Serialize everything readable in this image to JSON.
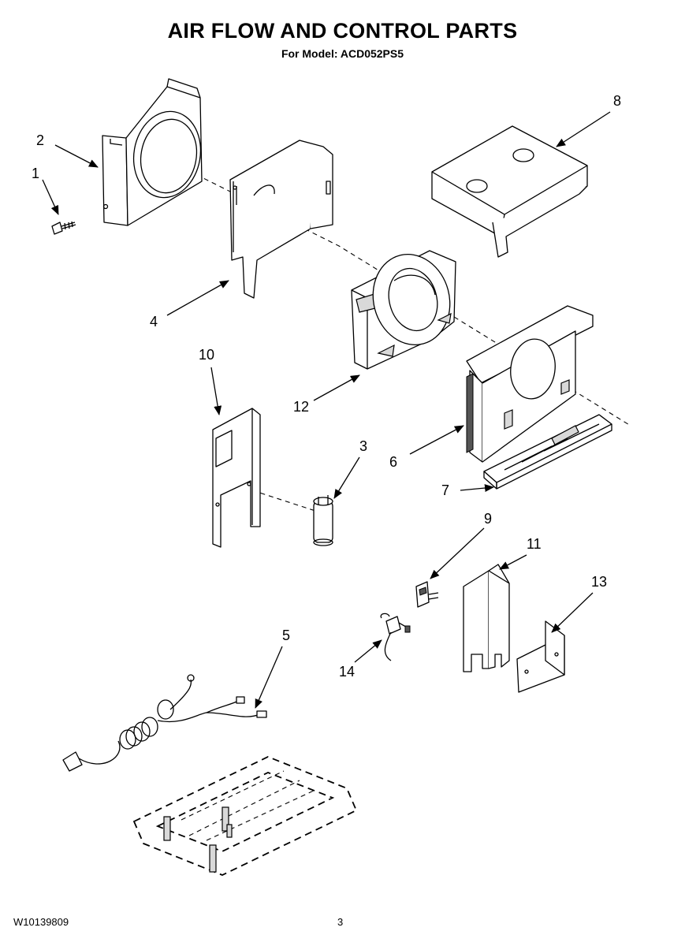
{
  "header": {
    "title": "AIR FLOW AND CONTROL PARTS",
    "subtitle": "For Model: ACD052PS5"
  },
  "footer": {
    "doc_number": "W10139809",
    "page_number": "3"
  },
  "callouts": {
    "c1": "1",
    "c2": "2",
    "c3": "3",
    "c4": "4",
    "c5": "5",
    "c6": "6",
    "c7": "7",
    "c8": "8",
    "c9": "9",
    "c10": "10",
    "c11": "11",
    "c12": "12",
    "c13": "13",
    "c14": "14"
  }
}
